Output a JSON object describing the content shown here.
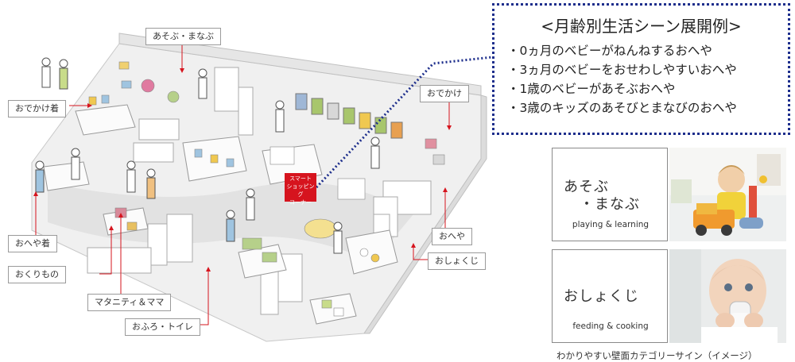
{
  "floor_labels": {
    "play_learn": "あそぶ・まなぶ",
    "outing_wear": "おでかけ着",
    "outing": "おでかけ",
    "room_wear": "おへや着",
    "gifts": "おくりもの",
    "maternity": "マタニティ＆ママ",
    "bath_toilet": "おふろ・トイレ",
    "room": "おへや",
    "meals": "おしょくじ"
  },
  "smart_corner": {
    "line1": "スマート",
    "line2": "ショッピング",
    "line3": "コーナー"
  },
  "callout": {
    "title": "<月齢別生活シーン展開例>",
    "items": [
      "0ヵ月のベビーがねんねするおへや",
      "3ヵ月のベビーをおせわしやすいおへや",
      "1歳のベビーがあそぶおへや",
      "3歳のキッズのあそびとまなびのおへや"
    ]
  },
  "cards": [
    {
      "title_line1": "あそぶ",
      "title_line2": "・まなぶ",
      "subtitle": "playing & learning"
    },
    {
      "title_line1": "おしょくじ",
      "subtitle": "feeding & cooking"
    }
  ],
  "caption": "わかりやすい壁面カテゴリーサイン（イメージ）",
  "colors": {
    "accent_red": "#d6141e",
    "callout_border": "#1d2e8c"
  }
}
